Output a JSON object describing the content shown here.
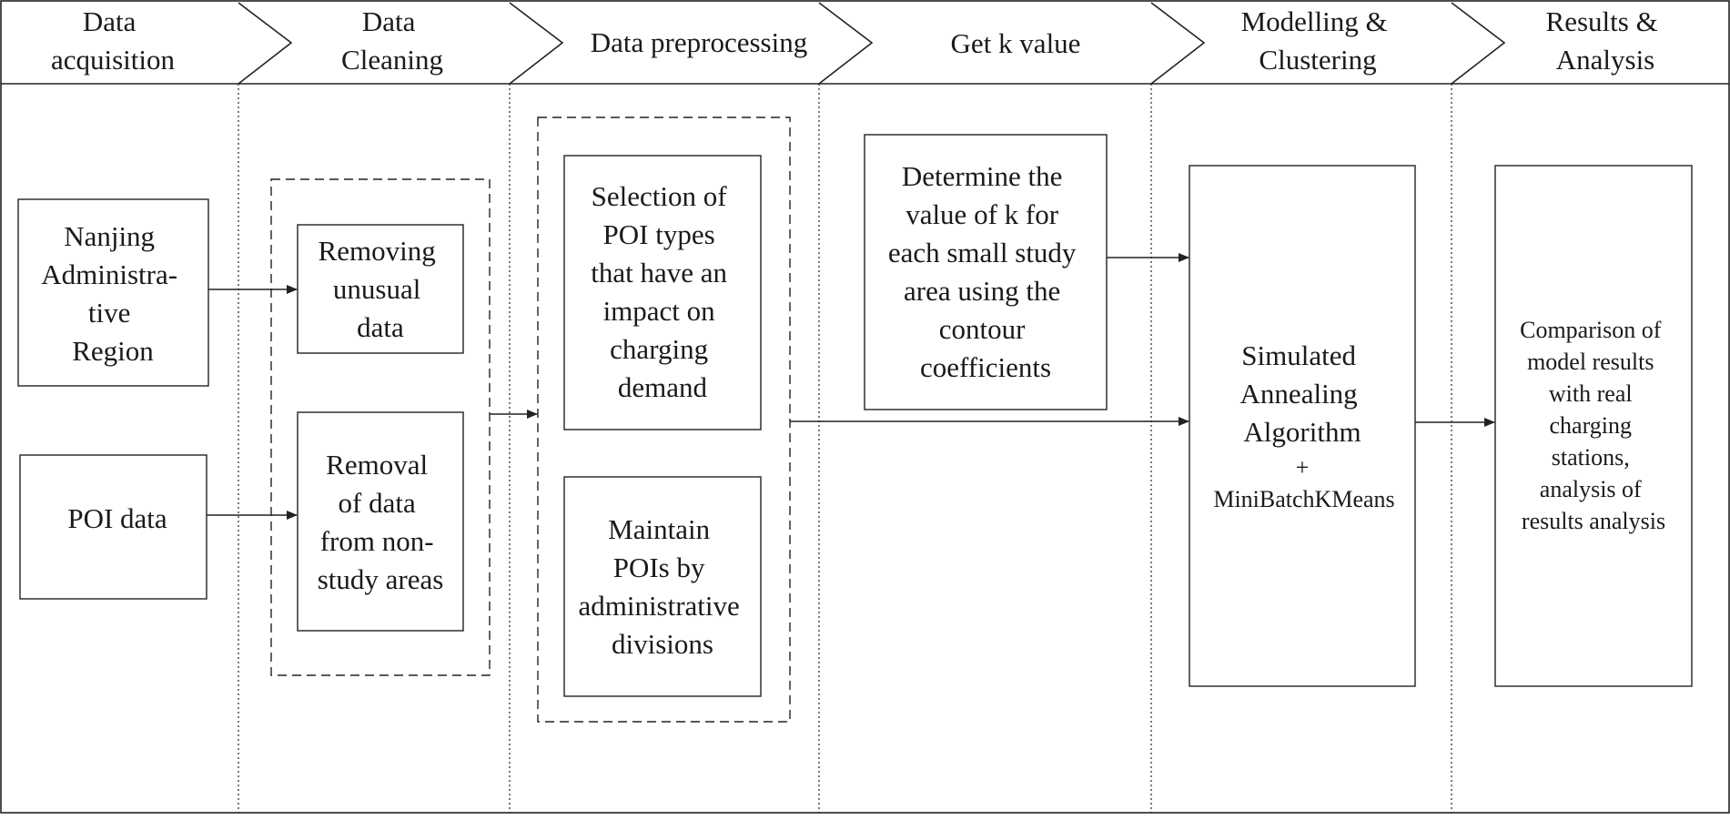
{
  "header": {
    "stages": [
      {
        "lines": [
          "Data",
          "acquisition"
        ]
      },
      {
        "lines": [
          "Data",
          "Cleaning"
        ]
      },
      {
        "lines": [
          "Data preprocessing"
        ]
      },
      {
        "lines": [
          "Get k value"
        ]
      },
      {
        "lines": [
          "Modelling &",
          "Clustering"
        ]
      },
      {
        "lines": [
          "Results &",
          "Analysis"
        ]
      }
    ]
  },
  "acquisition": {
    "nanjing_region": [
      "Nanjing",
      "Administra-",
      "tive",
      "Region"
    ],
    "poi_data": [
      "POI data"
    ]
  },
  "cleaning": {
    "removing_unusual": [
      "Removing",
      "unusual",
      "data"
    ],
    "removal_non_study": [
      "Removal",
      "of data",
      "from non-",
      "study areas"
    ]
  },
  "preprocessing": {
    "selection_poi": [
      "Selection of",
      "POI types",
      "that have an",
      "impact on",
      "charging",
      "demand"
    ],
    "maintain_poi": [
      "Maintain",
      "POIs by",
      "administrative",
      "divisions"
    ]
  },
  "k_value": {
    "determine_k": [
      "Determine the",
      "value of k for",
      "each small study",
      "area using the",
      "contour",
      "coefficients"
    ]
  },
  "modelling": {
    "algorithm": [
      "Simulated",
      "Annealing",
      "Algorithm"
    ],
    "plus": "+",
    "secondary": "MiniBatchKMeans"
  },
  "results": {
    "comparison": [
      "Comparison of",
      "model results",
      "with real",
      "charging",
      "stations,",
      "analysis of",
      "results analysis"
    ]
  }
}
